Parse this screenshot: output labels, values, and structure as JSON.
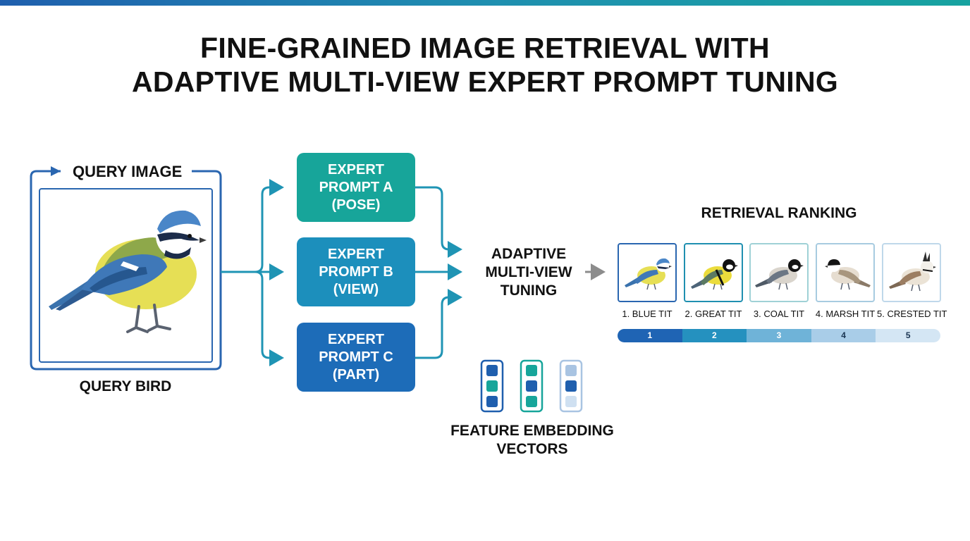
{
  "title": {
    "line1": "FINE-GRAINED IMAGE RETRIEVAL WITH",
    "line2": "ADAPTIVE MULTI-VIEW EXPERT PROMPT TUNING"
  },
  "query": {
    "label": "QUERY IMAGE",
    "caption": "QUERY BIRD"
  },
  "experts": [
    {
      "line1": "EXPERT",
      "line2": "PROMPT A",
      "line3": "(POSE)",
      "color": "#17a59a"
    },
    {
      "line1": "EXPERT",
      "line2": "PROMPT B",
      "line3": "(VIEW)",
      "color": "#1c8fbc"
    },
    {
      "line1": "EXPERT",
      "line2": "PROMPT C",
      "line3": "(PART)",
      "color": "#1d6cb8"
    }
  ],
  "adaptive": {
    "line1": "ADAPTIVE",
    "line2": "MULTI-VIEW",
    "line3": "TUNING"
  },
  "features": {
    "caption_line1": "FEATURE EMBEDDING",
    "caption_line2": "VECTORS",
    "vectors": [
      {
        "border": "#1f5fae",
        "cells": [
          "#1f5fae",
          "#17a59a",
          "#1f5fae"
        ]
      },
      {
        "border": "#17a59a",
        "cells": [
          "#17a59a",
          "#1f5fae",
          "#17a59a"
        ]
      },
      {
        "border": "#a9c4e2",
        "cells": [
          "#a9c4e2",
          "#1f5fae",
          "#cfe0f1"
        ]
      }
    ]
  },
  "ranking": {
    "title": "RETRIEVAL RANKING",
    "results": [
      {
        "label": "1. BLUE TIT",
        "rank": "1",
        "border": "#2a66b0",
        "bar_color": "#1f64b4",
        "text_color": "#ffffff"
      },
      {
        "label": "2. GREAT TIT",
        "rank": "2",
        "border": "#1f8fb0",
        "bar_color": "#2591bf",
        "text_color": "#ffffff"
      },
      {
        "label": "3. COAL TIT",
        "rank": "3",
        "border": "#9fd1d6",
        "bar_color": "#6fb3d8",
        "text_color": "#ffffff"
      },
      {
        "label": "4. MARSH TIT",
        "rank": "4",
        "border": "#a7cbe0",
        "bar_color": "#a9cde8",
        "text_color": "#1a3552"
      },
      {
        "label": "5. CRESTED TIT",
        "rank": "5",
        "border": "#bfd8ea",
        "bar_color": "#d4e6f4",
        "text_color": "#1a3552"
      }
    ]
  },
  "colors": {
    "accent_blue": "#2a66b0",
    "accent_teal": "#17a59a",
    "arrow_gray": "#8c8c8c"
  }
}
